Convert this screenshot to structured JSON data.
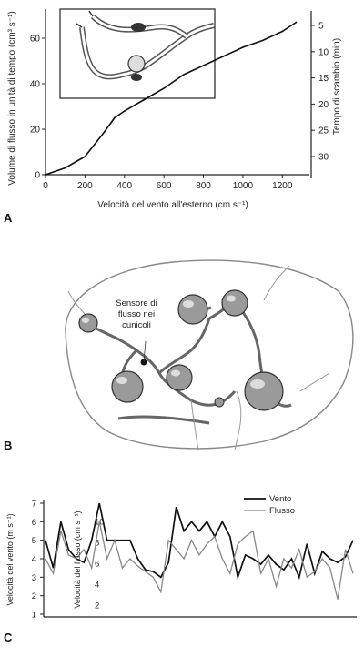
{
  "panels": {
    "A": {
      "letter": "A",
      "xlabel": "Velocità del vento all'esterno (cm s⁻¹)",
      "ylabel_left": "Volume di flusso in unità di tempo (cm³ s⁻¹)",
      "ylabel_right": "Tempo di scambio (min)"
    },
    "B": {
      "letter": "B",
      "annotation": [
        "Sensore di",
        "flusso nei",
        "cunicoli"
      ]
    },
    "C": {
      "letter": "C",
      "ylabel_left": "Velocità del vento (m s⁻¹)",
      "ylabel_left2": "Velocità del flusso (cm s⁻¹)"
    }
  },
  "chart_data": [
    {
      "id": "A",
      "type": "line",
      "x": [
        0,
        100,
        200,
        300,
        350,
        400,
        500,
        600,
        700,
        800,
        900,
        1000,
        1100,
        1200,
        1270
      ],
      "series": [
        {
          "values": [
            0,
            3,
            8,
            19,
            25,
            28,
            33,
            38,
            44,
            48,
            52,
            56,
            59,
            63,
            67
          ]
        }
      ],
      "xticks": [
        0,
        200,
        400,
        600,
        800,
        1000,
        1200
      ],
      "yticks_left": [
        0,
        20,
        40,
        60
      ],
      "yticks_right": [
        5,
        10,
        15,
        20,
        25,
        30
      ],
      "xlim": [
        0,
        1300
      ],
      "ylim": [
        0,
        72
      ]
    },
    {
      "id": "C",
      "type": "line",
      "x": [
        0,
        1,
        2,
        3,
        4,
        5,
        6,
        7,
        8,
        9,
        10,
        11,
        12,
        13,
        14,
        15,
        16,
        17,
        18,
        19,
        20,
        21,
        22,
        23,
        24,
        25,
        26,
        27,
        28,
        29,
        30,
        31,
        32,
        33,
        34,
        35,
        36,
        37,
        38,
        39,
        40
      ],
      "series": [
        {
          "name": "Vento",
          "values": [
            5,
            3.5,
            6,
            4.5,
            4,
            3.8,
            5,
            7,
            5,
            5,
            5,
            5,
            4,
            3.4,
            3.3,
            3,
            3.8,
            6.8,
            5.5,
            6,
            5.5,
            6,
            5.2,
            6,
            5.2,
            3,
            4.2,
            4,
            3.7,
            4.2,
            3.7,
            3.4,
            4,
            3,
            4.8,
            3.2,
            4.4,
            4,
            3.8,
            4.1,
            5
          ]
        },
        {
          "name": "Flusso",
          "values": [
            4,
            3.2,
            5.5,
            4.2,
            4,
            4.5,
            3.5,
            6,
            4,
            5,
            3.5,
            4,
            3.6,
            3.3,
            3,
            2.2,
            5,
            4.5,
            4,
            5,
            4.2,
            4.8,
            5.2,
            4,
            3.2,
            4.8,
            5.2,
            5.5,
            3.2,
            4,
            2.5,
            4,
            3.5,
            4.5,
            3,
            3.3,
            4,
            3.5,
            1.8,
            4.5,
            3.2
          ]
        }
      ],
      "yticks_left": [
        1,
        2,
        3,
        4,
        5,
        6,
        7
      ],
      "yticks_left2": [
        2,
        4,
        6,
        8,
        10
      ],
      "ylim": [
        1,
        7
      ],
      "legend": "top-right"
    }
  ]
}
